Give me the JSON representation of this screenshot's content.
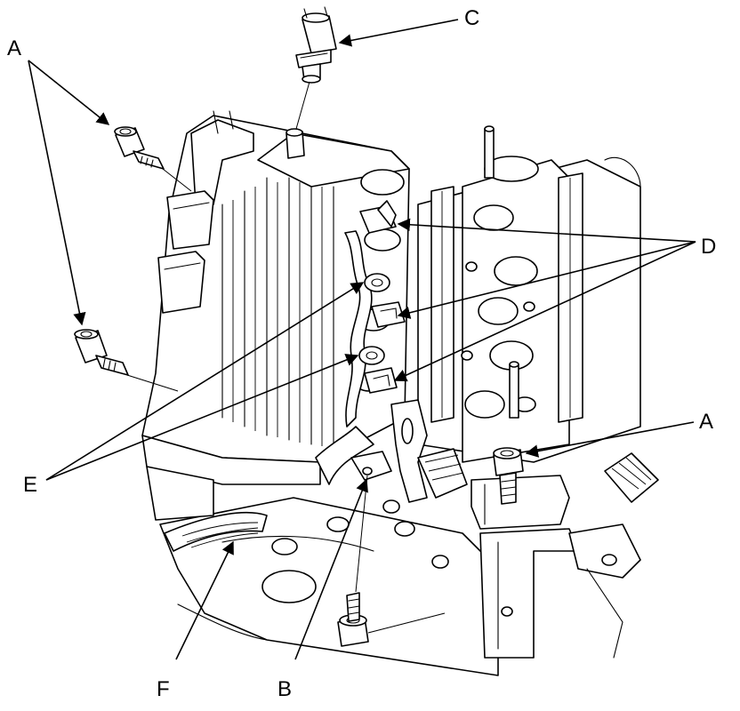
{
  "callouts": {
    "A": "A",
    "B": "B",
    "C": "C",
    "D": "D",
    "E": "E",
    "F": "F"
  },
  "colors": {
    "ink": "#000000",
    "background": "#ffffff"
  }
}
